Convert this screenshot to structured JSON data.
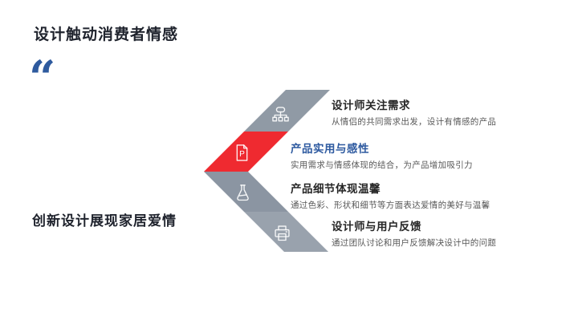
{
  "slide": {
    "title": "设计触动消费者情感",
    "quote_mark": "“",
    "footer_text": "创新设计展现家居爱情"
  },
  "colors": {
    "background": "#ffffff",
    "title_text": "#1f232d",
    "quote_blue": "#2e5a9e",
    "heading_blue": "#2e5aa0",
    "body_text_gray": "#595959",
    "accent_red": "#ef2a30"
  },
  "diagram": {
    "type": "chevron-list",
    "items": [
      {
        "icon": "sitemap-icon",
        "band_color": "#909aa5",
        "heading": "设计师关注需求",
        "description": "从情侣的共同需求出发，设计有情感的产品"
      },
      {
        "icon": "document-p-icon",
        "band_color": "#ef2a30",
        "heading": "产品实用与感性",
        "description": "实用需求与情感体现的结合，为产品增加吸引力"
      },
      {
        "icon": "flask-icon",
        "band_color": "#8b95a2",
        "heading": "产品细节体现温馨",
        "description": "通过色彩、形状和细节等方面表达爱情的美好与温馨"
      },
      {
        "icon": "printer-icon",
        "band_color": "#99a2ad",
        "heading": "设计师与用户反馈",
        "description": "通过团队讨论和用户反馈解决设计中的问题"
      }
    ]
  }
}
